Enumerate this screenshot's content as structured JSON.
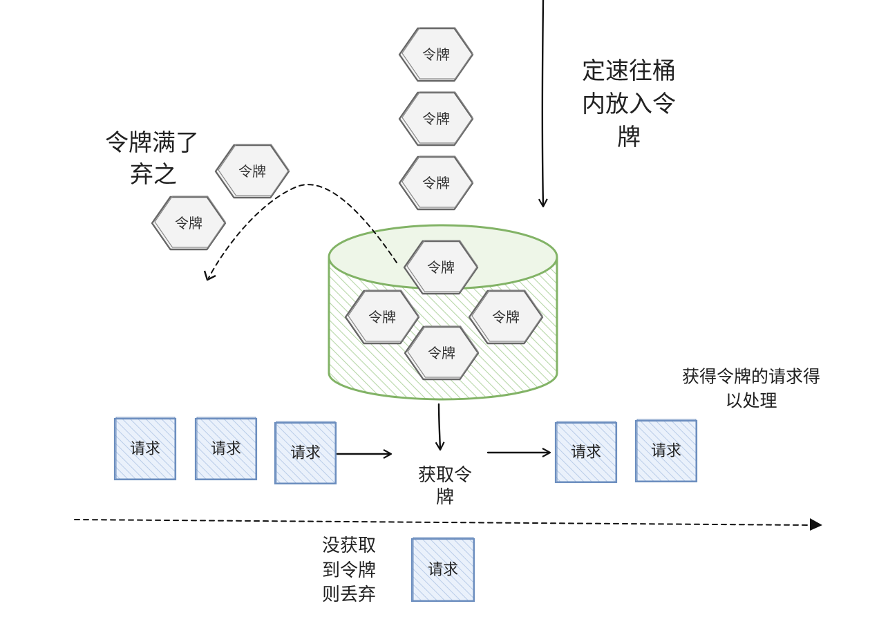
{
  "token_label": "令牌",
  "request_label": "请求",
  "labels": {
    "fill_rate": [
      "定速往桶",
      "内放入令",
      "牌"
    ],
    "tokens_full": [
      "令牌满了",
      "弃之"
    ],
    "acquire_token": [
      "获取令",
      "牌"
    ],
    "processed": [
      "获得令牌的请求得",
      "以处理"
    ],
    "discarded": [
      "没获取",
      "到令牌",
      "则丢弃"
    ]
  },
  "colors": {
    "bucket_stroke": "#82b366",
    "bucket_fill": "#d5e8d4",
    "request_stroke": "#6c8ebf",
    "request_fill": "#dae8fc",
    "token_stroke": "#666666",
    "token_fill": "#f5f5f5"
  },
  "icons": {
    "token": "hexagon",
    "request": "square",
    "bucket": "cylinder"
  }
}
